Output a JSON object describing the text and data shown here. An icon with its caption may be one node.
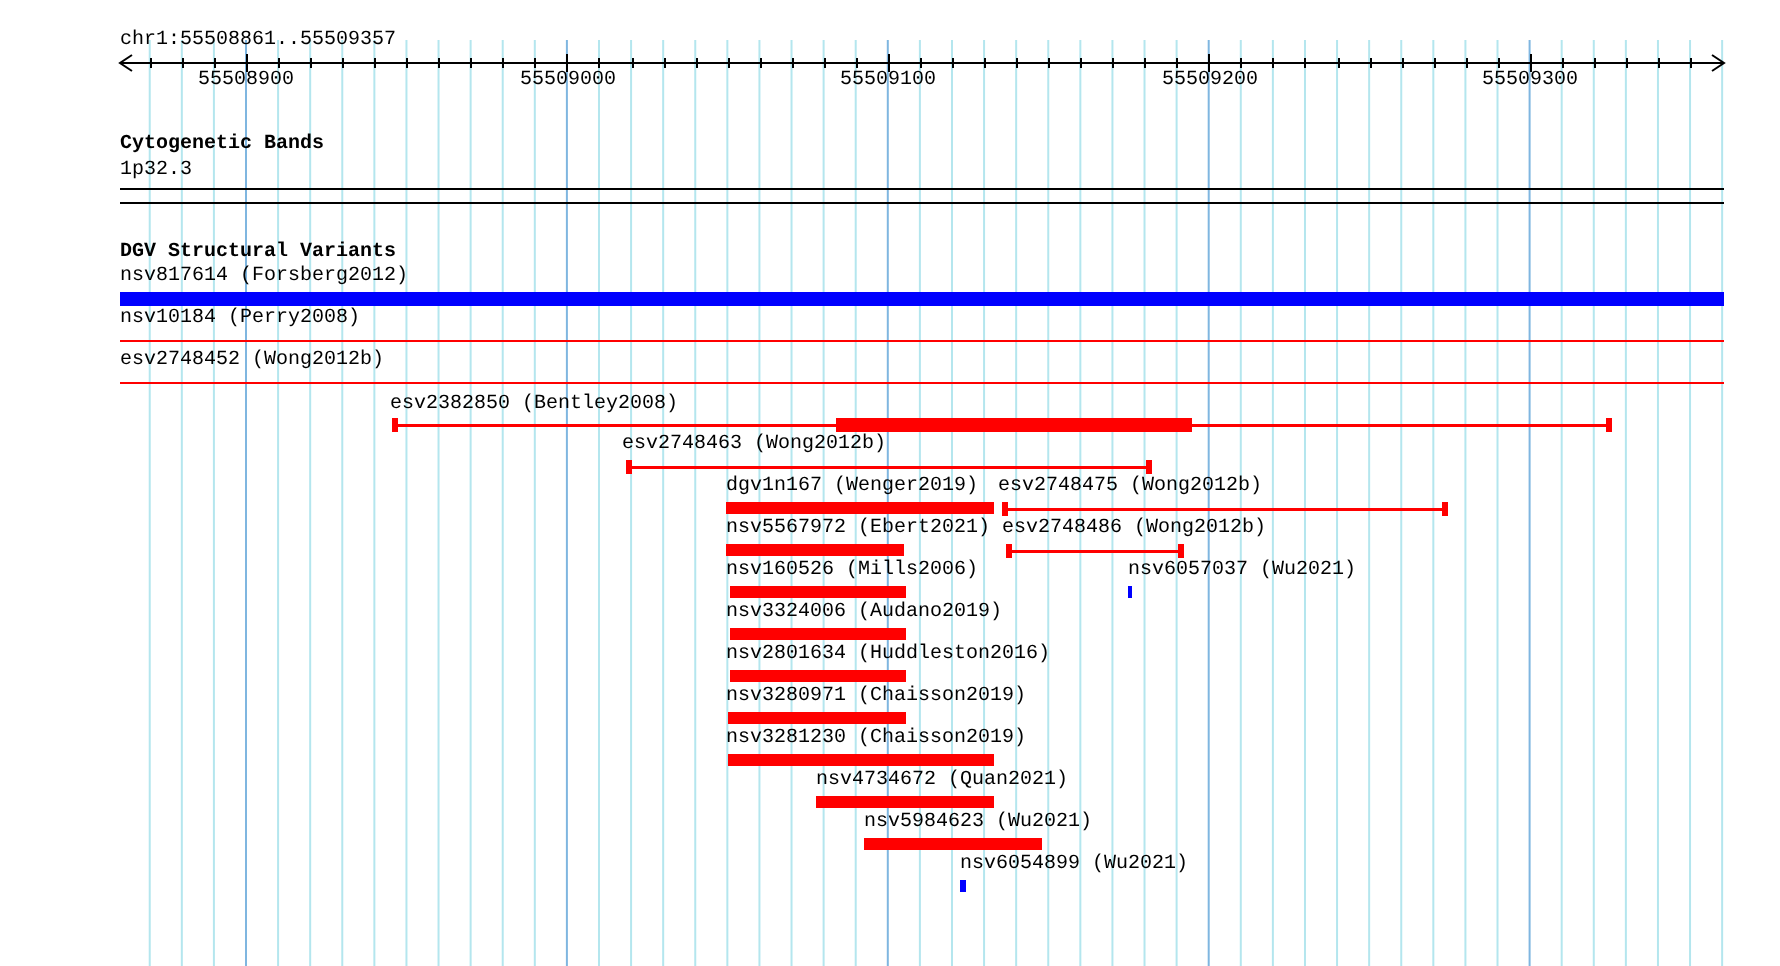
{
  "diagram": {
    "labels": [
      "chr1:55508861..55509357",
      "55508900",
      "55509000",
      "55509100",
      "55509200",
      "55509300",
      "Cytogenetic Bands",
      "1p32.3",
      "DGV Structural Variants",
      "nsv817614 (Forsberg2012)",
      "nsv10184 (Perry2008)",
      "esv2748452 (Wong2012b)",
      "esv2382850 (Bentley2008)",
      "esv2748463 (Wong2012b)",
      "dgv1n167 (Wenger2019)",
      "esv2748475 (Wong2012b)",
      "nsv5567972 (Ebert2021)",
      "esv2748486 (Wong2012b)",
      "nsv160526 (Mills2006)",
      "nsv6057037 (Wu2021)",
      "nsv3324006 (Audano2019)",
      "nsv2801634 (Huddleston2016)",
      "nsv3280971 (Chaisson2019)",
      "nsv3281230 (Chaisson2019)",
      "nsv4734672 (Quan2021)",
      "nsv5984623 (Wu2021)",
      "nsv6054899 (Wu2021)"
    ]
  }
}
